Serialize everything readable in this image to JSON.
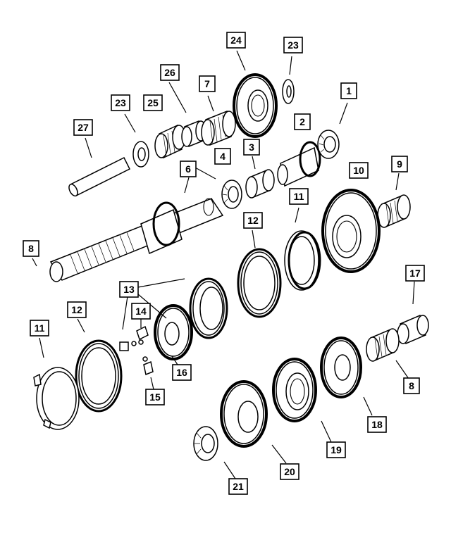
{
  "callouts": [
    {
      "id": "c1",
      "label": "1"
    },
    {
      "id": "c2",
      "label": "2"
    },
    {
      "id": "c3",
      "label": "3"
    },
    {
      "id": "c4",
      "label": "4"
    },
    {
      "id": "c5",
      "label": "7"
    },
    {
      "id": "c6",
      "label": "6"
    },
    {
      "id": "c7",
      "label": "8"
    },
    {
      "id": "c8",
      "label": "8"
    },
    {
      "id": "c9",
      "label": "9"
    },
    {
      "id": "c10",
      "label": "10"
    },
    {
      "id": "c11",
      "label": "11"
    },
    {
      "id": "c12",
      "label": "11"
    },
    {
      "id": "c13",
      "label": "12"
    },
    {
      "id": "c14",
      "label": "12"
    },
    {
      "id": "c15",
      "label": "13"
    },
    {
      "id": "c16",
      "label": "14"
    },
    {
      "id": "c17",
      "label": "15"
    },
    {
      "id": "c18",
      "label": "16"
    },
    {
      "id": "c19",
      "label": "17"
    },
    {
      "id": "c20",
      "label": "18"
    },
    {
      "id": "c21",
      "label": "19"
    },
    {
      "id": "c22",
      "label": "20"
    },
    {
      "id": "c23",
      "label": "21"
    },
    {
      "id": "c24",
      "label": "23"
    },
    {
      "id": "c25",
      "label": "23"
    },
    {
      "id": "c26",
      "label": "24"
    },
    {
      "id": "c27",
      "label": "25"
    },
    {
      "id": "c28",
      "label": "26"
    },
    {
      "id": "c29",
      "label": "27"
    }
  ],
  "colors": {
    "ink": "#000000",
    "paper": "#ffffff"
  }
}
